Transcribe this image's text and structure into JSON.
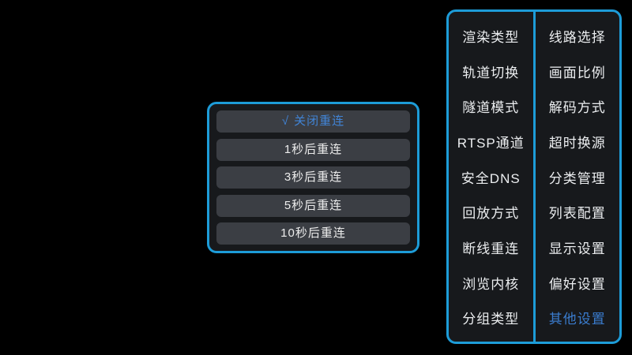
{
  "colors": {
    "background": "#000000",
    "panel_background": "#17191c",
    "accent_border": "#1d9cd8",
    "button_background": "#3b3e44",
    "text": "#eceef0",
    "selected_text": "#4184d6"
  },
  "dialog": {
    "check_icon": "√",
    "options": [
      {
        "label": "关闭重连",
        "selected": true
      },
      {
        "label": "1秒后重连",
        "selected": false
      },
      {
        "label": "3秒后重连",
        "selected": false
      },
      {
        "label": "5秒后重连",
        "selected": false
      },
      {
        "label": "10秒后重连",
        "selected": false
      }
    ]
  },
  "settings_panel": {
    "left_column": [
      {
        "label": "渲染类型"
      },
      {
        "label": "轨道切换"
      },
      {
        "label": "隧道模式"
      },
      {
        "label": "RTSP通道"
      },
      {
        "label": "安全DNS"
      },
      {
        "label": "回放方式"
      },
      {
        "label": "断线重连"
      },
      {
        "label": "浏览内核"
      },
      {
        "label": "分组类型"
      }
    ],
    "right_column": [
      {
        "label": "线路选择"
      },
      {
        "label": "画面比例"
      },
      {
        "label": "解码方式"
      },
      {
        "label": "超时换源"
      },
      {
        "label": "分类管理"
      },
      {
        "label": "列表配置"
      },
      {
        "label": "显示设置"
      },
      {
        "label": "偏好设置"
      },
      {
        "label": "其他设置",
        "selected": true
      }
    ]
  }
}
